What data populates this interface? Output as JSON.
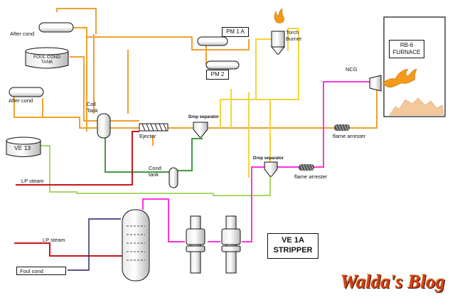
{
  "labels": {
    "after_cond_top": "After cond",
    "foul_cond_tank": "FOUL COND TANK",
    "after_cond_mid": "After cond",
    "ve13": "VE 13",
    "coll_tank": "Coll Tank",
    "ejector": "Ejector",
    "dropseparator_1": "Drop separator",
    "dropseparator_2": "Drop separator",
    "cond_tank": "Cond tank",
    "pm1a": "PM 1 A",
    "pm2": "PM 2",
    "torch_burner": "Torch Burner",
    "ncg": "NCG",
    "furnace": "RB-6 FURNACE",
    "flame_arrester_1": "flame arrester",
    "flame_arrester_2": "flame arrester",
    "lp_steam_1": "LP steam",
    "lp_steam_2": "LP steam",
    "foul_cond": "Foul cond",
    "stripper": "VE 1A STRIPPER"
  },
  "watermark": "Walda's Blog",
  "colors": {
    "orange_line": "#f0a030",
    "yellow_line": "#f2d53a",
    "green_line": "#a8d86a",
    "dark_green_line": "#3f9a3f",
    "magenta_line": "#ff33dd",
    "red_line": "#c8141e",
    "navy_line": "#1c1c6a",
    "flame": "#f39a1a",
    "watermark": "#d1401c"
  }
}
